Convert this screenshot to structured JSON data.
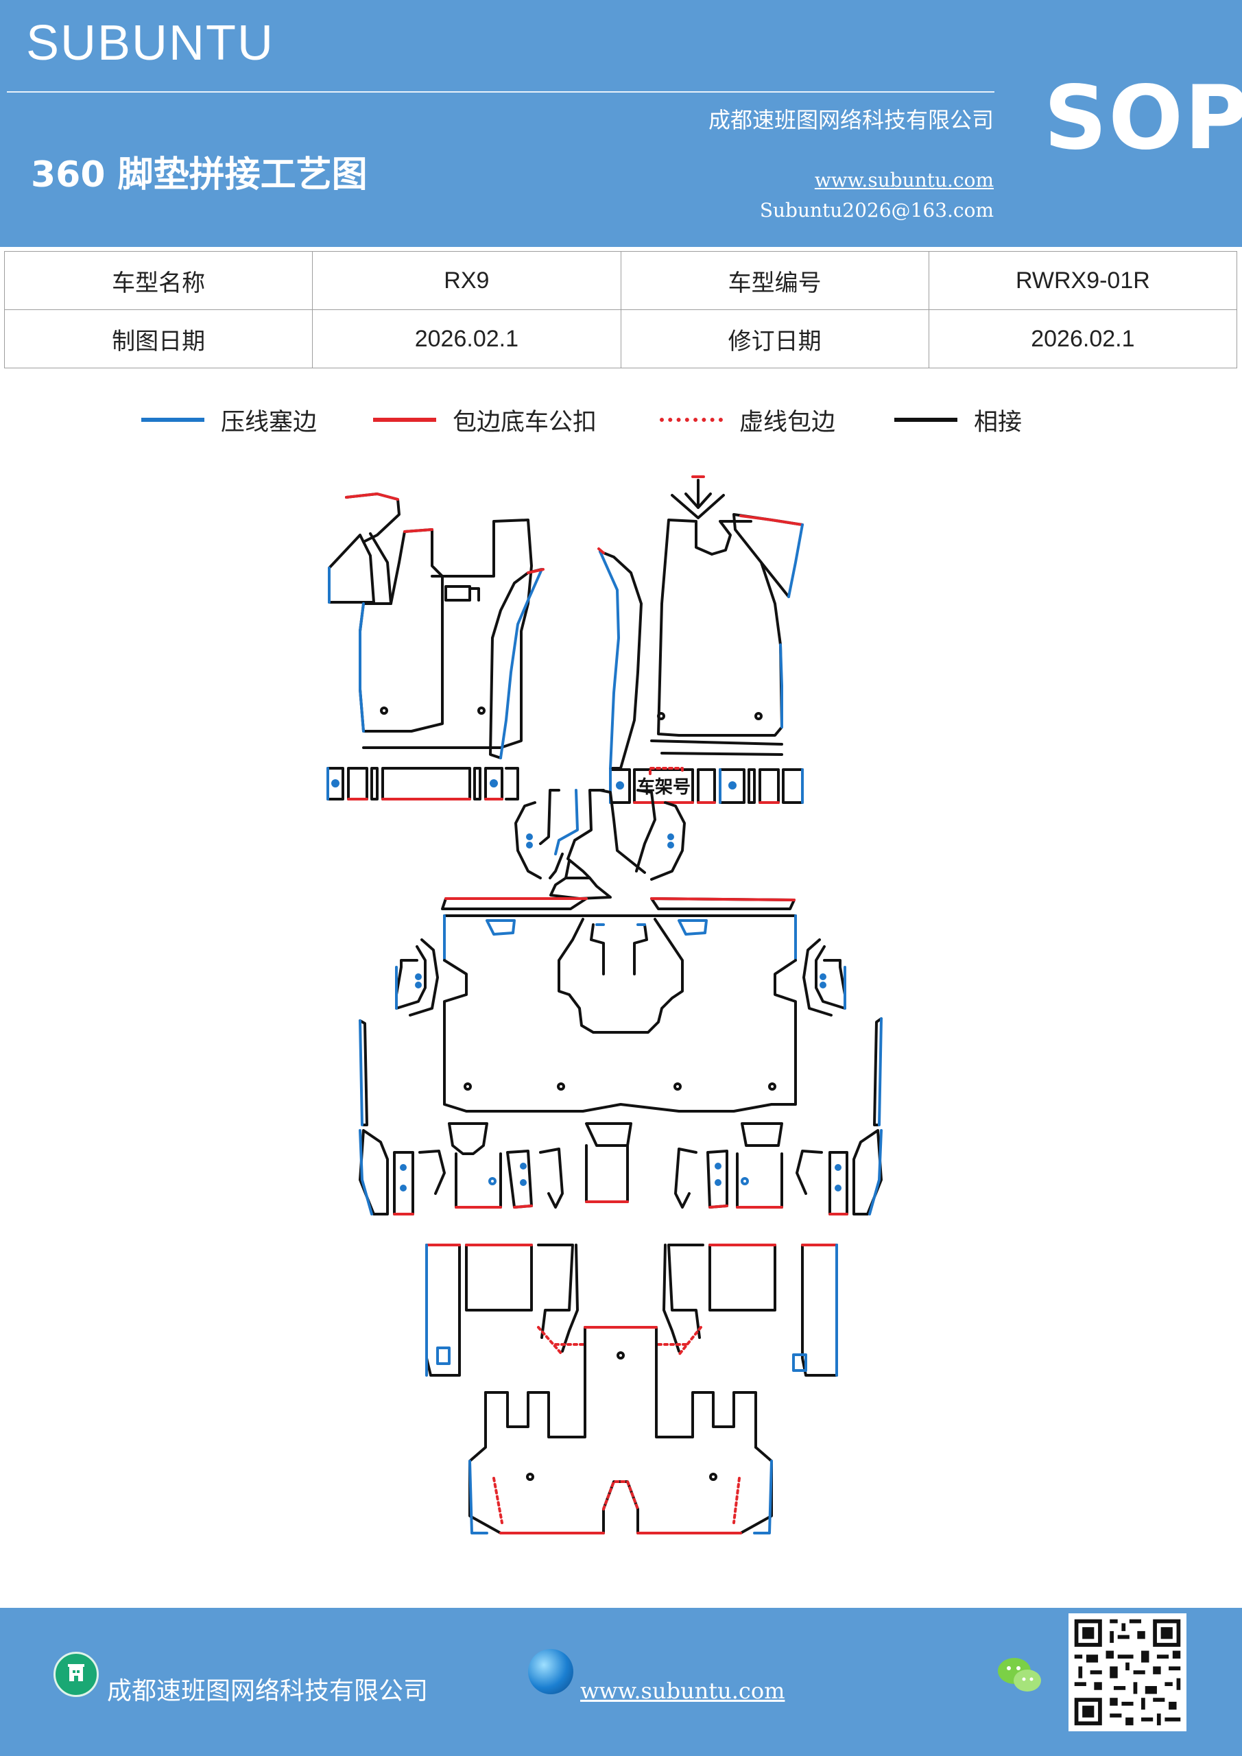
{
  "header": {
    "brand": "SUBUNTU",
    "company": "成都速班图网络科技有限公司",
    "title": "360 脚垫拼接工艺图",
    "website": "www.subuntu.com",
    "email": "Subuntu2026@163.com",
    "sop": "SOP"
  },
  "info_table": {
    "rows": [
      [
        "车型名称",
        "RX9",
        "车型编号",
        "RWRX9-01R"
      ],
      [
        "制图日期",
        "2026.02.1",
        "修订日期",
        "2026.02.1"
      ]
    ]
  },
  "legend": [
    {
      "label": "压线塞边",
      "color": "#1f77c9",
      "style": "solid"
    },
    {
      "label": "包边底车公扣",
      "color": "#e3262b",
      "style": "solid"
    },
    {
      "label": "虚线包边",
      "color": "#e3262b",
      "style": "dotted"
    },
    {
      "label": "相接",
      "color": "#111111",
      "style": "solid"
    }
  ],
  "diagram": {
    "frame_label": "车架号",
    "colors": {
      "blue": "#1f77c9",
      "red": "#e3262b",
      "black": "#111111"
    }
  },
  "footer": {
    "company": "成都速班图网络科技有限公司",
    "website": "www.subuntu.com",
    "company_icon": "building-icon",
    "globe_icon": "globe-icon",
    "wechat_icon": "wechat-icon",
    "qr_icon": "qr-code-icon"
  }
}
